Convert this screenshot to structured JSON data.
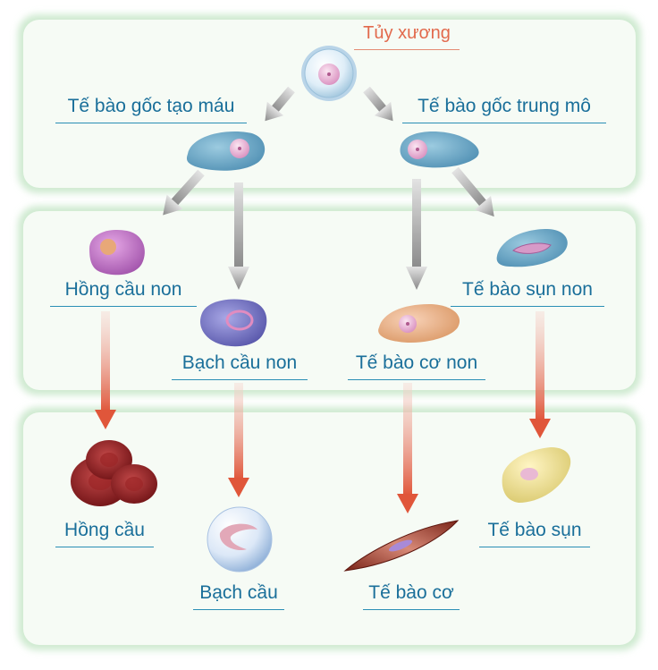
{
  "diagram": {
    "root": "Tủy xương",
    "stem_cells": {
      "hematopoietic": "Tế bào gốc tạo máu",
      "mesenchymal": "Tế bào gốc trung mô"
    },
    "progenitors": {
      "rbc": "Hồng cầu non",
      "wbc": "Bạch cầu non",
      "muscle": "Tế bào cơ non",
      "cartilage": "Tế bào sụn non"
    },
    "mature": {
      "rbc": "Hồng cầu",
      "wbc": "Bạch cầu",
      "muscle": "Tế bào cơ",
      "cartilage": "Tế bào sụn"
    }
  },
  "colors": {
    "panel_border": "#c9e7c4",
    "panel_fill": "#f3faf2",
    "gray_arrow": "#8f8f8f",
    "red_arrow": "#e0563a",
    "label_text": "#1a6f9a",
    "root_text": "#e26a4d"
  },
  "icons": [
    "stem-cell-icon",
    "hematopoietic-stem-cell-icon",
    "mesenchymal-stem-cell-icon",
    "immature-rbc-icon",
    "immature-wbc-icon",
    "immature-muscle-cell-icon",
    "immature-cartilage-cell-icon",
    "red-blood-cells-icon",
    "white-blood-cell-icon",
    "muscle-cell-icon",
    "cartilage-cell-icon"
  ]
}
